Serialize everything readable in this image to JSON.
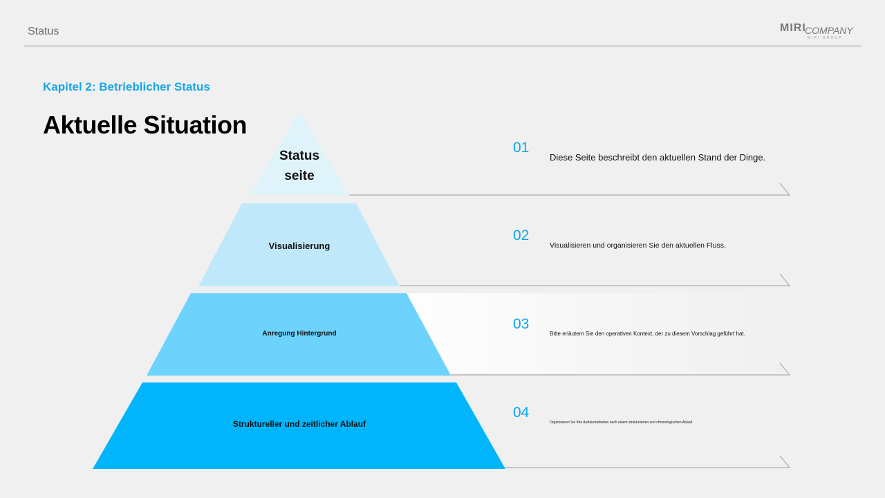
{
  "header": {
    "title": "Status"
  },
  "logo": {
    "mark": "MIRI",
    "word": "COMPANY",
    "sub": "MIRI GROUP"
  },
  "kapitel": "Kapitel 2: Betrieblicher Status",
  "title": "Aktuelle Situation",
  "pyramid": [
    {
      "label": "Status\nseite",
      "number": "01",
      "description": "Diese Seite beschreibt den aktuellen Stand der Dinge.",
      "color": "#dff3fb"
    },
    {
      "label": "Visualisierung",
      "number": "02",
      "description": "Visualisieren und organisieren Sie den aktuellen Fluss.",
      "color": "#bfe9fb"
    },
    {
      "label": "Anregung Hintergrund",
      "number": "03",
      "description": "Bitte erläutern Sie den operativen Kontext, der zu diesem Vorschlag geführt hat.",
      "color": "#6dd3fc"
    },
    {
      "label": "Struktureller und zeitlicher Ablauf",
      "number": "04",
      "description": "Organisieren Sie Ihre Aufräumarbeiten nach einem strukturierten und chronologischen Ablauf.",
      "color": "#00b5fb"
    }
  ],
  "colors": {
    "accent": "#1aa6e6",
    "number": "#0aa8ea",
    "line": "#b8b8bc"
  }
}
